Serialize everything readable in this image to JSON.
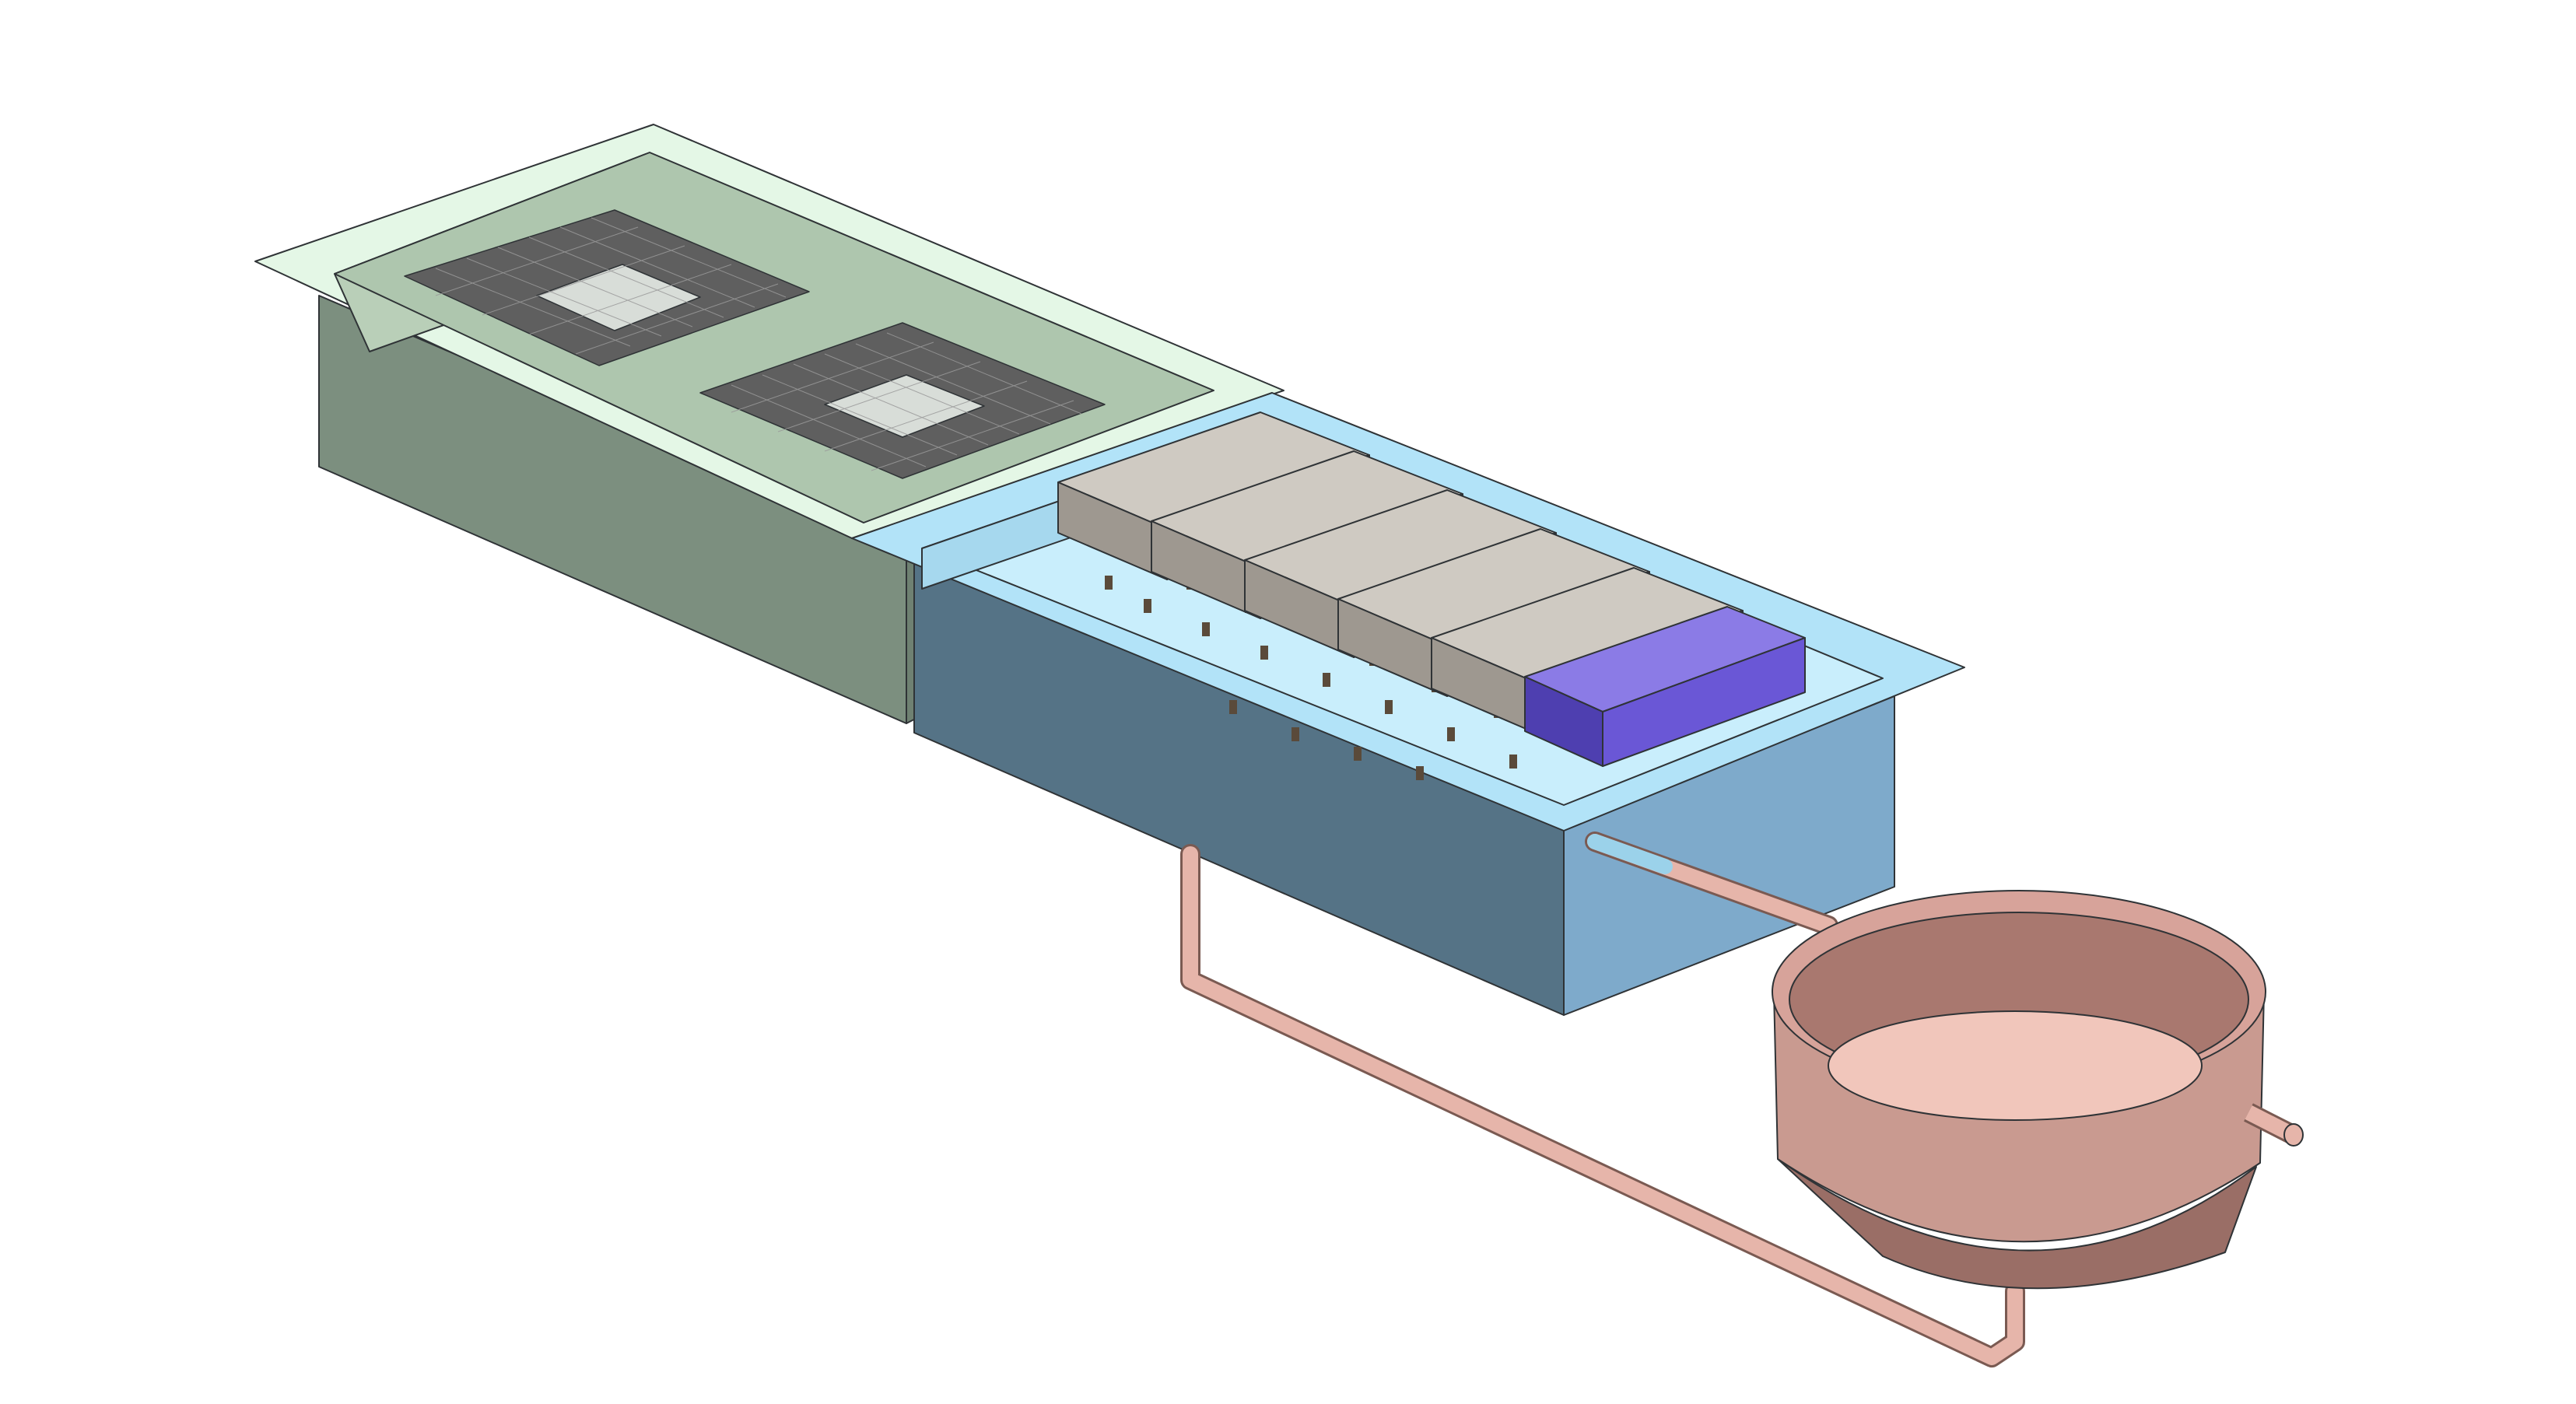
{
  "image": {
    "kind": "isometric 3D CAD rendering, no visible text",
    "colors": {
      "background": "#ffffff",
      "green_tank_rim": "#e4f7e6",
      "green_tank_front": "#7c8f7f",
      "green_tank_inner": "#aec6ae",
      "blue_tank_rim": "#b2e3f8",
      "blue_tank_front": "#557386",
      "blue_tank_side": "#7eaacb",
      "blue_tank_floor": "#c9eefc",
      "baffle_gray": "#b9b4ac",
      "purple_module": "#6a57d6",
      "copper": "#c9958b",
      "copper_light": "#f0c3b8",
      "mesh_dark": "#5a5a5a",
      "outline": "#2f3336"
    },
    "objects": [
      {
        "name": "green-settling-tank",
        "icon": "open-rectangular-tank"
      },
      {
        "name": "mesh-filter-panels",
        "count_sections": 2
      },
      {
        "name": "blue-aeration-tank",
        "icon": "open-rectangular-tank"
      },
      {
        "name": "gray-baffle-modules",
        "count": 5
      },
      {
        "name": "purple-baffle-module",
        "count": 1
      },
      {
        "name": "floor-diffusers"
      },
      {
        "name": "copper-outlet-pipe"
      },
      {
        "name": "copper-return-pipe"
      },
      {
        "name": "copper-collection-vessel",
        "icon": "conical-bottom-vessel"
      }
    ]
  }
}
